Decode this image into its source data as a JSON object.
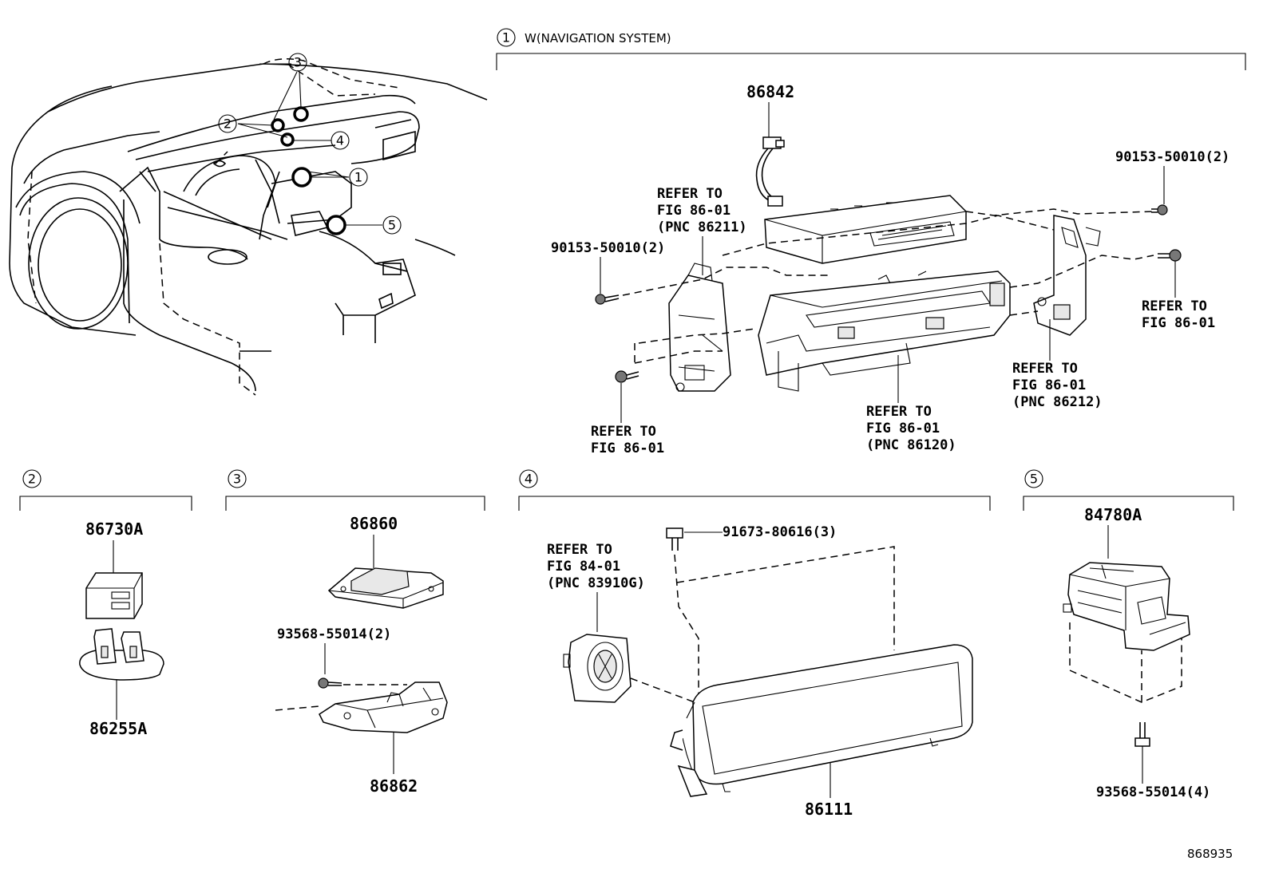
{
  "sections": {
    "s1": {
      "num": "1",
      "title": "W(NAVIGATION SYSTEM)"
    },
    "s2": {
      "num": "2"
    },
    "s3": {
      "num": "3"
    },
    "s4": {
      "num": "4"
    },
    "s5": {
      "num": "5"
    }
  },
  "overview_callouts": [
    "3",
    "2",
    "4",
    "1",
    "5"
  ],
  "parts": {
    "p86842": "86842",
    "p90153_right": "90153-50010(2)",
    "p90153_left": "90153-50010(2)",
    "ref_86211": [
      "REFER TO",
      "FIG 86-01",
      "(PNC 86211)"
    ],
    "ref_left_bottom": [
      "REFER TO",
      "FIG 86-01"
    ],
    "ref_86120": [
      "REFER TO",
      "FIG 86-01",
      "(PNC 86120)"
    ],
    "ref_86212": [
      "REFER TO",
      "FIG 86-01",
      "(PNC 86212)"
    ],
    "ref_right": [
      "REFER TO",
      "FIG 86-01"
    ],
    "p86730A": "86730A",
    "p86255A": "86255A",
    "p86860": "86860",
    "p93568_2": "93568-55014(2)",
    "p86862": "86862",
    "ref_83910G": [
      "REFER TO",
      "FIG 84-01",
      "(PNC 83910G)"
    ],
    "p91673": "91673-80616(3)",
    "p86111": "86111",
    "p84780A": "84780A",
    "p93568_4": "93568-55014(4)"
  },
  "figure_id": "868935"
}
